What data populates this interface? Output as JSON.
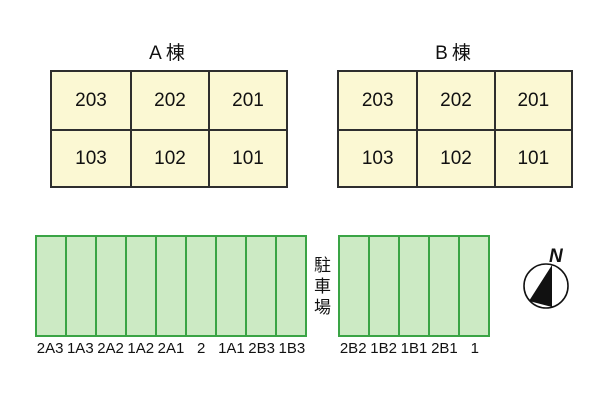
{
  "buildings": [
    {
      "name": "A棟",
      "rows": [
        [
          "203",
          "202",
          "201"
        ],
        [
          "103",
          "102",
          "101"
        ]
      ]
    },
    {
      "name": "B棟",
      "rows": [
        [
          "203",
          "202",
          "201"
        ],
        [
          "103",
          "102",
          "101"
        ]
      ]
    }
  ],
  "parking": {
    "area_label": "駐車場",
    "left_block_stalls": [
      "2A3",
      "1A3",
      "2A2",
      "1A2",
      "2A1",
      "2",
      "1A1",
      "2B3",
      "1B3"
    ],
    "right_block_stalls": [
      "2B2",
      "1B2",
      "1B1",
      "2B1",
      "1"
    ]
  },
  "compass": {
    "north_label": "N"
  },
  "colors": {
    "background": "#ffffff",
    "building_fill": "#fbf8d3",
    "building_border": "#2e2e2e",
    "parking_fill": "#cceac4",
    "parking_border": "#3aa445",
    "text": "#111111"
  }
}
